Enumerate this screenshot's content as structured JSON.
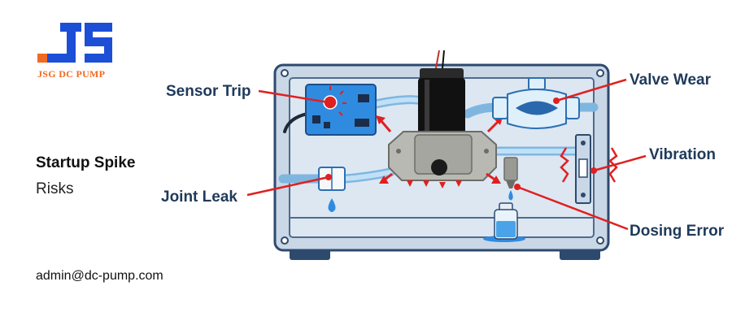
{
  "brand": {
    "name": "JSG DC PUMP",
    "logo_letters": "JS",
    "colors": {
      "blue": "#1c4fd6",
      "orange": "#f26a21"
    }
  },
  "heading": {
    "title": "Startup Spike",
    "subtitle": "Risks"
  },
  "contact": {
    "email": "admin@dc-pump.com"
  },
  "callouts": [
    {
      "id": "sensor-trip",
      "label": "Sensor Trip"
    },
    {
      "id": "valve-wear",
      "label": "Valve Wear"
    },
    {
      "id": "vibration",
      "label": "Vibration"
    },
    {
      "id": "joint-leak",
      "label": "Joint Leak"
    },
    {
      "id": "dosing-error",
      "label": "Dosing Error"
    }
  ],
  "colors": {
    "accent_red": "#e02020",
    "label_navy": "#1f3a5a",
    "enclosure_fill": "#dde7f2",
    "tube_blue": "#a9d3f2"
  }
}
